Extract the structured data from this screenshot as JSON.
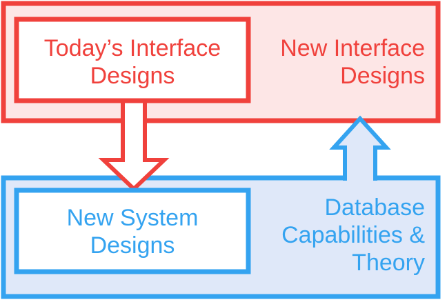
{
  "colors": {
    "red_stroke": "#f0413c",
    "red_fill": "#fde6e6",
    "blue_stroke": "#34a3f0",
    "blue_fill": "#dfe8f9",
    "white": "#ffffff"
  },
  "top_region": {
    "inner_box_label": "Today’s Interface\nDesigns",
    "outer_label": "New Interface\nDesigns"
  },
  "bottom_region": {
    "inner_box_label": "New System\nDesigns",
    "outer_label": "Database\nCapabilities &\nTheory"
  },
  "arrows": [
    {
      "from": "top_region.inner_box",
      "to": "bottom_region.inner_box",
      "color": "red_stroke",
      "icon": "arrow-down-icon"
    },
    {
      "from": "bottom_region",
      "to": "top_region",
      "color": "blue_stroke",
      "icon": "arrow-up-icon"
    }
  ]
}
